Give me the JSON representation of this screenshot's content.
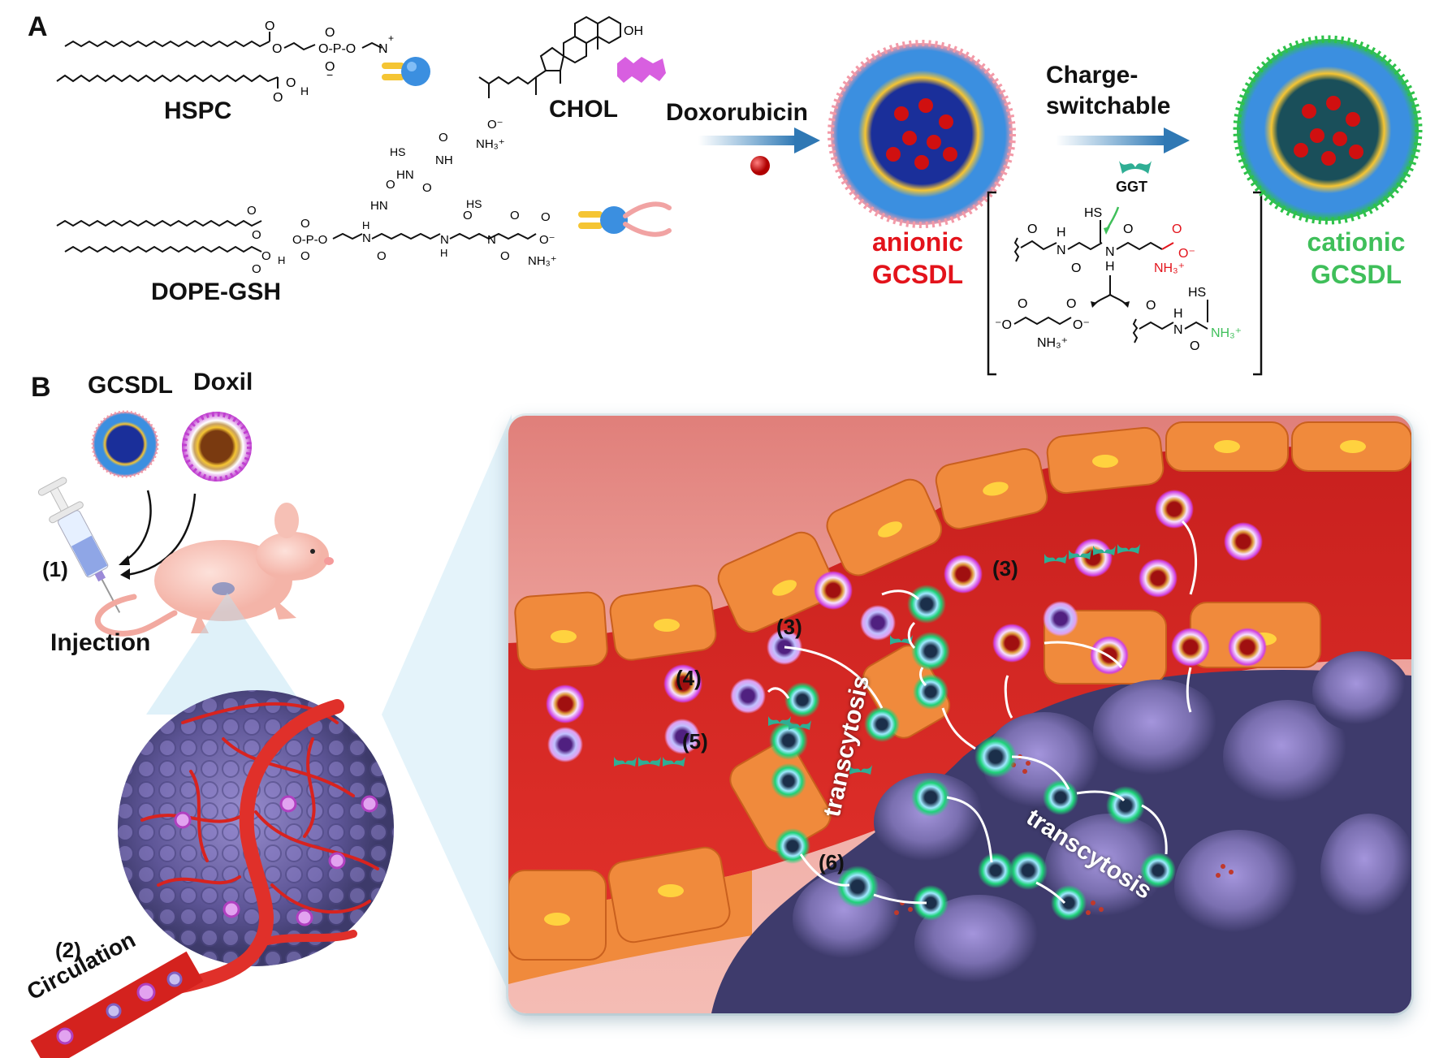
{
  "panel_a": {
    "letter": "A",
    "molecules": {
      "hspc": "HSPC",
      "chol": "CHOL",
      "dope_gsh": "DOPE-GSH"
    },
    "steps": {
      "doxorubicin": "Doxorubicin",
      "charge_switchable_line1": "Charge-",
      "charge_switchable_line2": "switchable"
    },
    "anionic": {
      "line1": "anionic",
      "line2": "GCSDL"
    },
    "cationic": {
      "line1": "cationic",
      "line2": "GCSDL"
    },
    "enzyme": "GGT",
    "chem_labels": {
      "oh": "OH",
      "hs": "HS",
      "nh": "NH",
      "hn": "HN",
      "h": "H",
      "n": "N",
      "o": "O",
      "o_minus": "O⁻",
      "nh3_plus": "NH₃⁺",
      "p": "P",
      "n_plus": "N⁺"
    }
  },
  "panel_b": {
    "letter": "B",
    "formulations": [
      "GCSDL",
      "Doxil"
    ],
    "steps": [
      {
        "num": "(1)",
        "label": "Injection"
      },
      {
        "num": "(2)",
        "label": "Circulation"
      },
      {
        "num": "(3)",
        "label": ""
      },
      {
        "num": "(3)",
        "label": ""
      },
      {
        "num": "(4)",
        "label": ""
      },
      {
        "num": "(5)",
        "label": ""
      },
      {
        "num": "(6)",
        "label": ""
      }
    ],
    "transcytosis": "transcytosis"
  },
  "colors": {
    "anionic_red": "#e3131b",
    "cationic_green": "#3fbf5a",
    "arrow_blue": "#3a86c0",
    "endothelial_orange": "#f08a3c",
    "blood_red": "#c8201e",
    "tumor_purple": "#7a6fb0",
    "doxil_magenta": "#c040d0",
    "enzyme_teal": "#2fae94"
  }
}
